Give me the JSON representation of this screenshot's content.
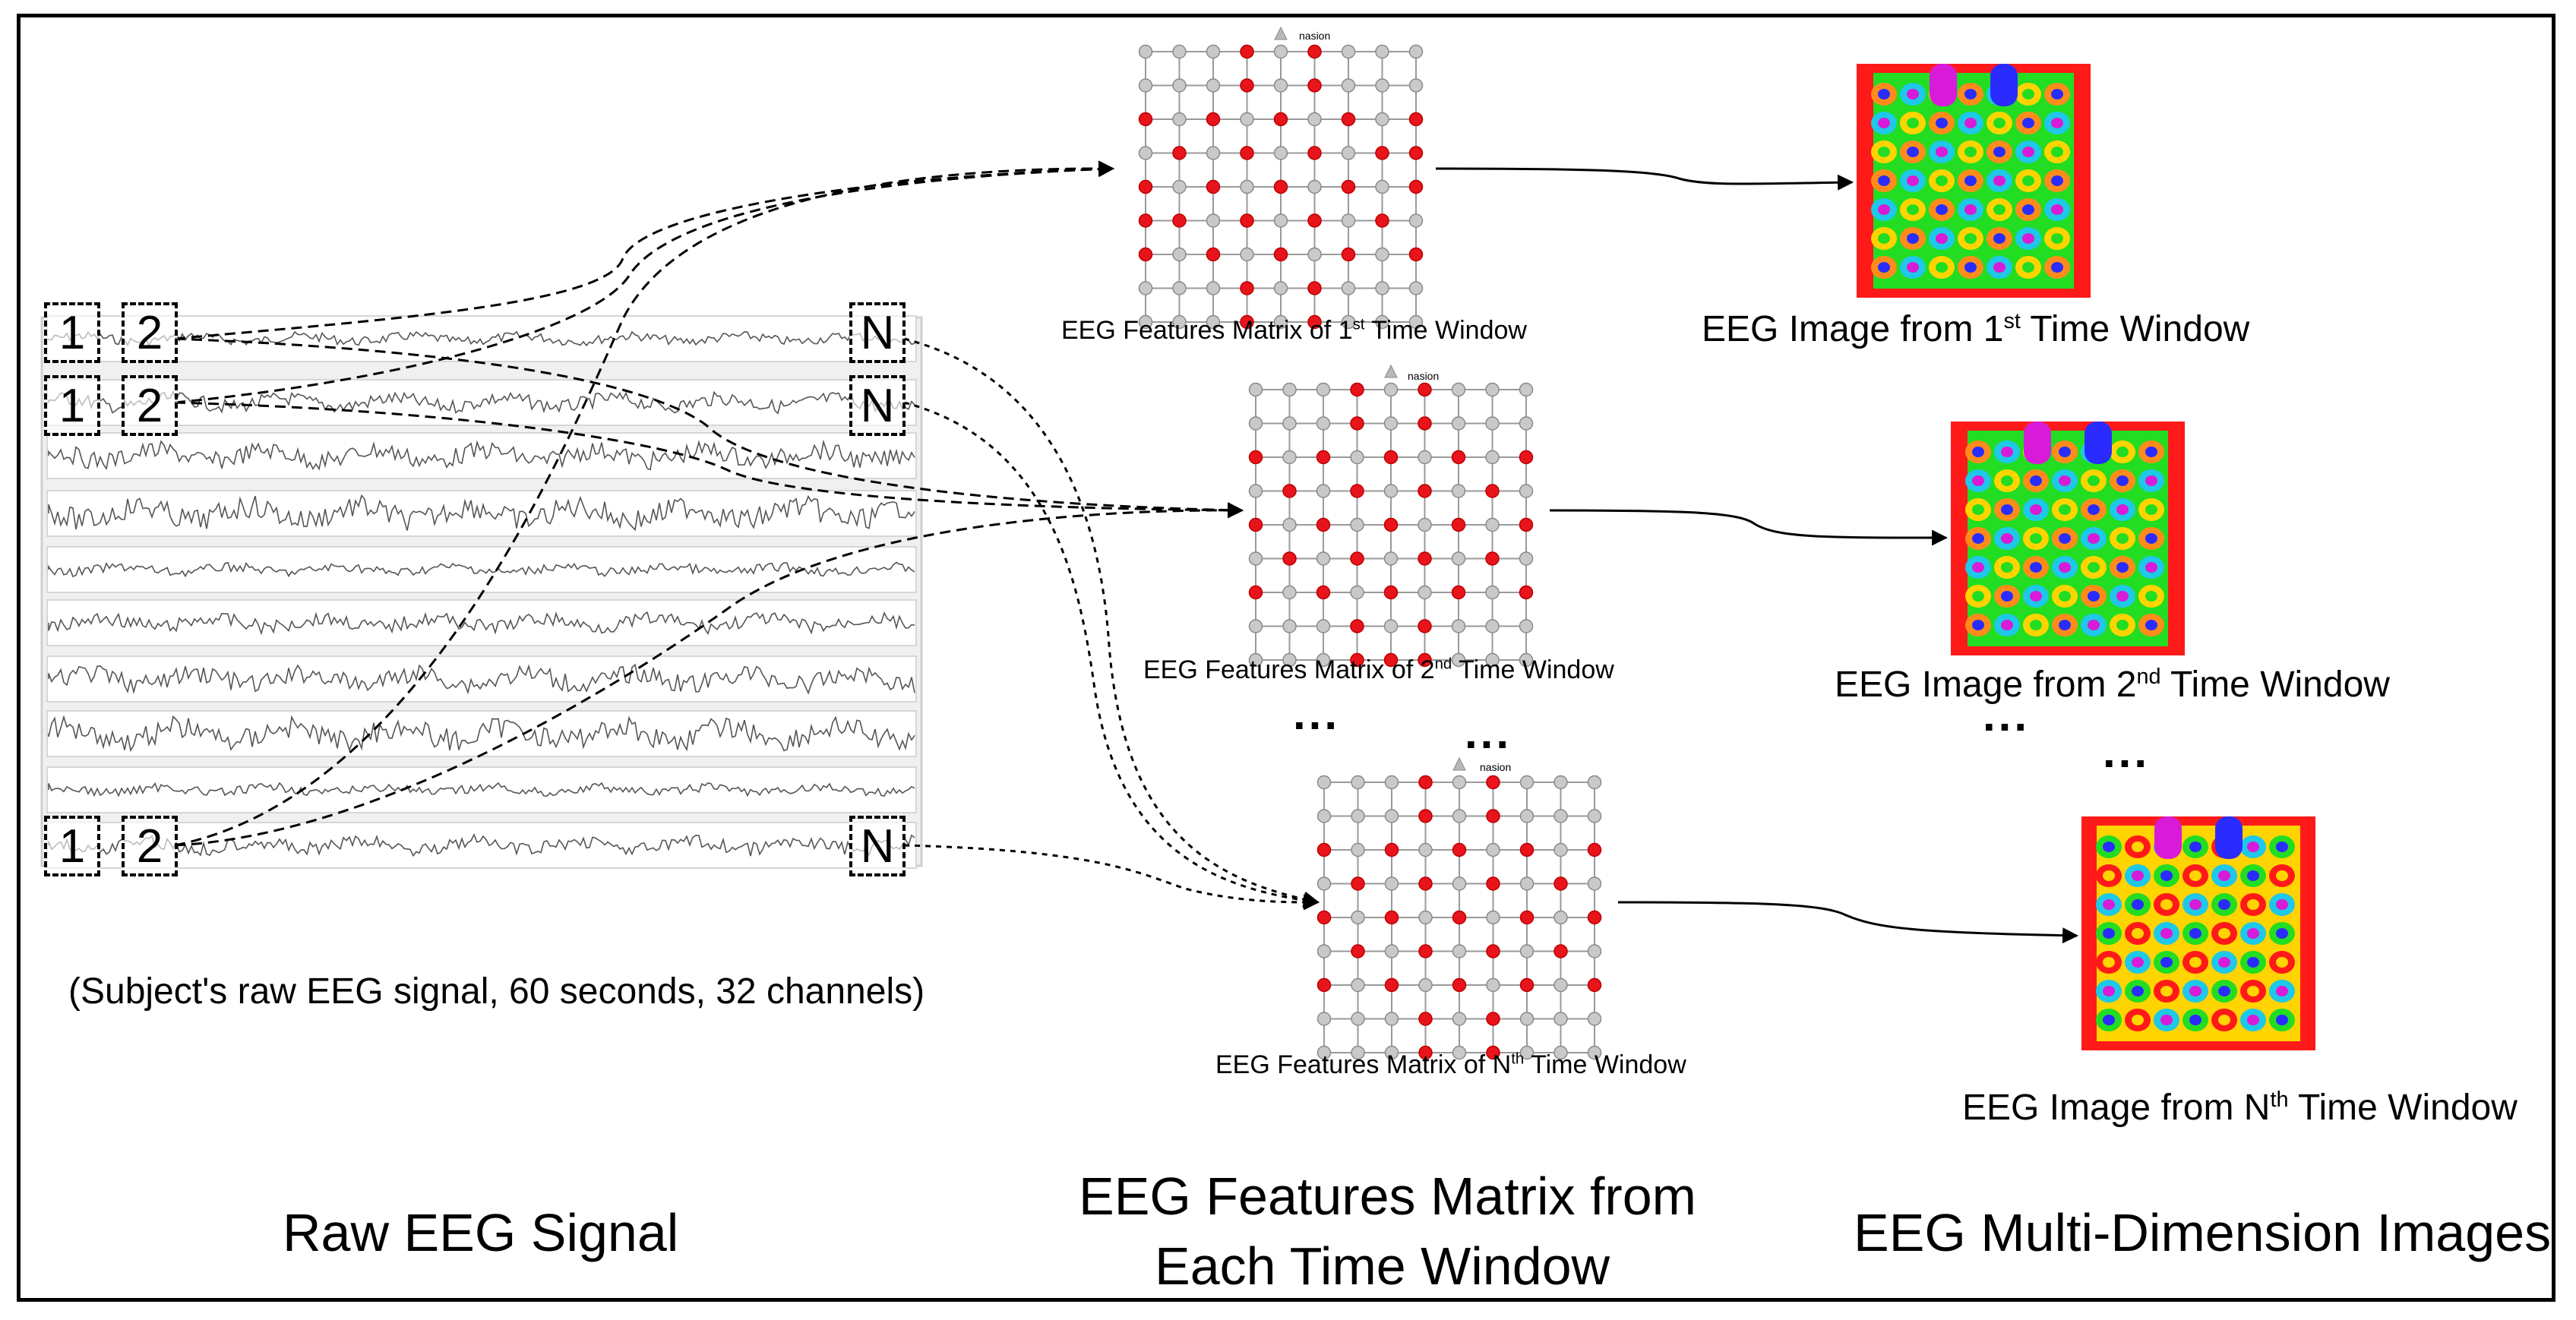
{
  "titles": {
    "raw": "Raw EEG Signal",
    "features_l1": "EEG Features Matrix from",
    "features_l2": "Each Time Window",
    "images": "EEG Multi-Dimension Images"
  },
  "signal_caption": "(Subject's raw EEG signal, 60 seconds, 32 channels)",
  "window_labels": {
    "first": "1",
    "second": "2",
    "last": "N"
  },
  "nasion_label": "nasion",
  "ellipsis": "...",
  "matrices": [
    {
      "pre": "EEG Features Matrix of 1",
      "sup": "st",
      "post": " Time Window"
    },
    {
      "pre": "EEG Features Matrix of 2",
      "sup": "nd",
      "post": " Time Window"
    },
    {
      "pre": "EEG Features Matrix of N",
      "sup": "th",
      "post": " Time Window"
    }
  ],
  "images": [
    {
      "pre": "EEG Image from 1",
      "sup": "st",
      "post": " Time Window"
    },
    {
      "pre": "EEG Image from 2",
      "sup": "nd",
      "post": " Time Window"
    },
    {
      "pre": "EEG Image from N",
      "sup": "th",
      "post": " Time Window"
    }
  ],
  "colors": {
    "node_active": "#e8141c",
    "node_inactive": "#c9c9c9",
    "grid_line": "#9a9a9a",
    "heat_red": "#ff1a1a",
    "heat_magenta": "#d81bd8",
    "heat_blue": "#2a2cff",
    "heat_cyan": "#1ec8e8",
    "heat_green": "#22dd22",
    "heat_orange": "#ff8c1a",
    "heat_yellow": "#ffd400"
  }
}
